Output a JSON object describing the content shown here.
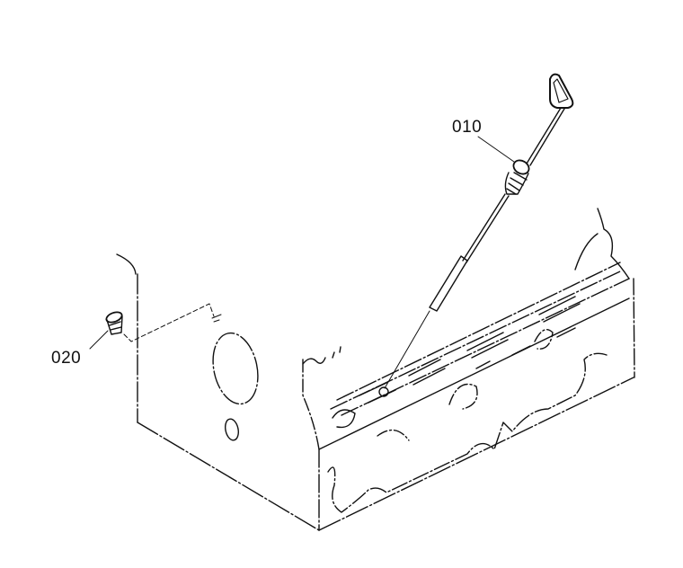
{
  "diagram": {
    "type": "parts-exploded-view",
    "parts": [
      {
        "callout": "010"
      },
      {
        "callout": "020"
      }
    ]
  }
}
